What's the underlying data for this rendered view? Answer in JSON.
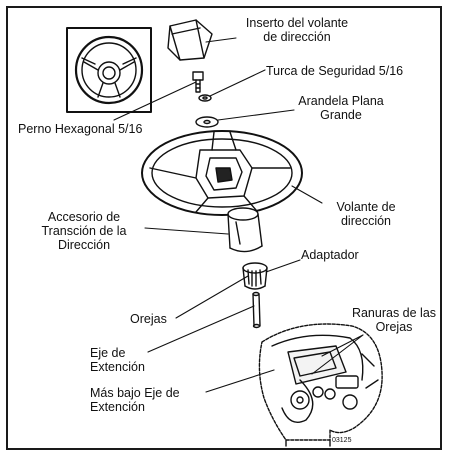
{
  "labels": {
    "insert_line1": "Inserto del volante",
    "insert_line2": "de dirección",
    "nut": "Turca de Seguridad 5/16",
    "washer_line1": "Arandela Plana",
    "washer_line2": "Grande",
    "bolt": "Perno Hexagonal 5/16",
    "wheel_line1": "Volante de",
    "wheel_line2": "dirección",
    "transition_line1": "Accesorio de",
    "transition_line2": "Transción de la",
    "transition_line3": "Dirección",
    "adapter": "Adaptador",
    "ears": "Orejas",
    "slots_line1": "Ranuras de las",
    "slots_line2": "Orejas",
    "shaft_line1": "Eje de",
    "shaft_line2": "Extención",
    "lower_line1": "Más bajo Eje de",
    "lower_line2": "Extención"
  },
  "figure_code": "03125"
}
